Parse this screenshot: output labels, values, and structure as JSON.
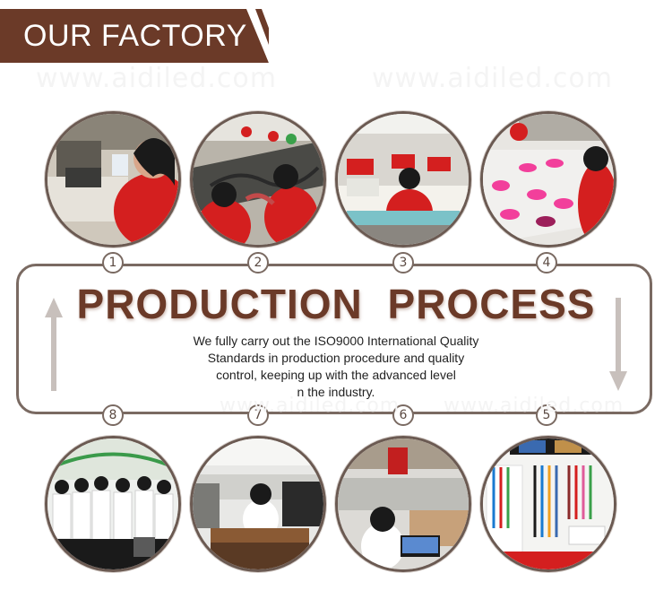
{
  "banner": {
    "title": "OUR FACTORY",
    "color": "#6b3a28"
  },
  "watermark": "www.aidiled.com",
  "process": {
    "title": "PRODUCTION  PROCESS",
    "description_lines": [
      "We fully carry out the ISO9000 International Quality",
      "Standards in production procedure and quality",
      "control, keeping up with the advanced level",
      "n the industry."
    ]
  },
  "steps_top": [
    {
      "number": "1",
      "scene": "sewing-machine-worker"
    },
    {
      "number": "2",
      "scene": "lanyard-assembly-line"
    },
    {
      "number": "3",
      "scene": "sewing-workshop"
    },
    {
      "number": "4",
      "scene": "pink-product-table"
    }
  ],
  "steps_bottom": [
    {
      "number": "8",
      "scene": "team-photo"
    },
    {
      "number": "7",
      "scene": "office-desk"
    },
    {
      "number": "6",
      "scene": "office-workstations"
    },
    {
      "number": "5",
      "scene": "lanyard-showroom"
    }
  ],
  "colors": {
    "accent": "#6b3a28",
    "frame": "#7a6a62",
    "uniform": "#d41f1f"
  },
  "icons": {
    "up": "arrow-up-icon",
    "down": "arrow-down-icon"
  }
}
